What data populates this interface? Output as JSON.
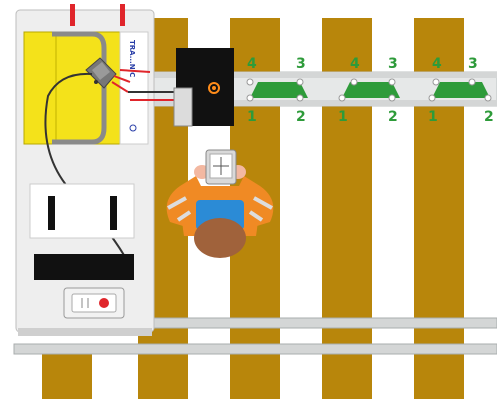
{
  "colors": {
    "sleeper": "#b8860b",
    "rail": "#d4d6d6",
    "rail_edge": "#a9adae",
    "bar": "#e6e8e8",
    "marker": "#2e9b3a",
    "charger_body": "#eeeeee",
    "battery": "#f4e21a",
    "worker_vest": "#f08a24",
    "worker_shirt": "#2b8bd6",
    "worker_helmet": "#a0623b",
    "box": "#111111"
  },
  "labels": {
    "top": [
      "4",
      "3",
      "4",
      "3",
      "4",
      "3"
    ],
    "bottom": [
      "1",
      "2",
      "1",
      "2",
      "1",
      "2"
    ]
  },
  "markers_count": 3,
  "battery_brand": "TRA...NIC",
  "icons": [
    "battery-pack",
    "clamp-connector",
    "junction-box",
    "worker-topview",
    "tablet-device",
    "red-switch"
  ]
}
